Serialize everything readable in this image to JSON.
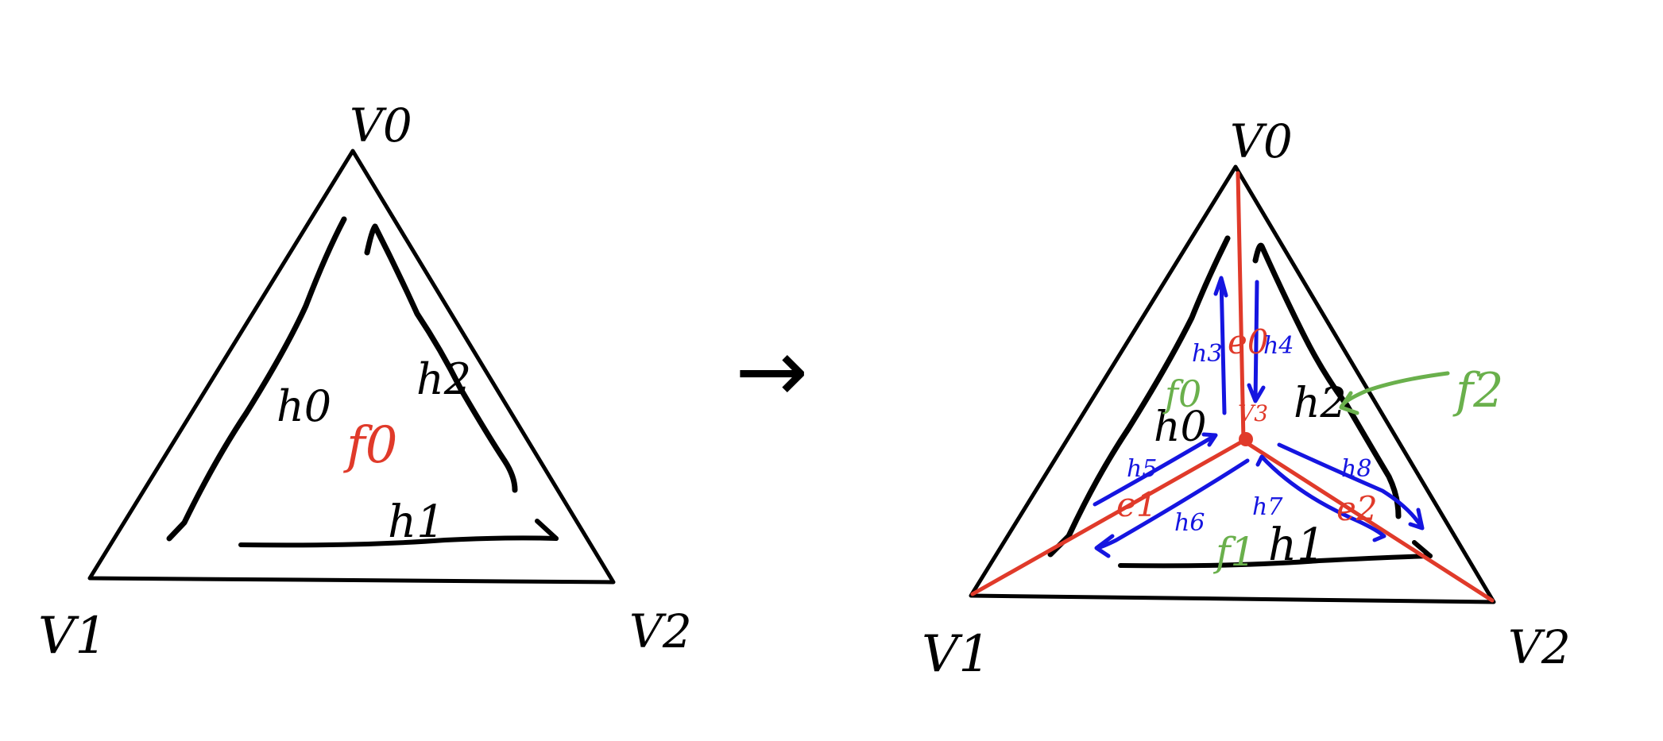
{
  "colors": {
    "ink": "#000000",
    "edge_new": "#e03a2a",
    "halfedge_new": "#1515e0",
    "face_new": "#6ab04c"
  },
  "left_diagram": {
    "vertices": [
      "V0",
      "V1",
      "V2"
    ],
    "halfedges": [
      "h0",
      "h1",
      "h2"
    ],
    "face": "f0"
  },
  "arrow": "→",
  "right_diagram": {
    "vertices": [
      "V0",
      "V1",
      "V2",
      "V3"
    ],
    "halfedges_original": [
      "h0",
      "h1",
      "h2"
    ],
    "edges_new": [
      "e0",
      "e1",
      "e2"
    ],
    "halfedges_new": [
      "h3",
      "h4",
      "h5",
      "h6",
      "h7",
      "h8"
    ],
    "faces": [
      "f0",
      "f1",
      "f2"
    ]
  }
}
